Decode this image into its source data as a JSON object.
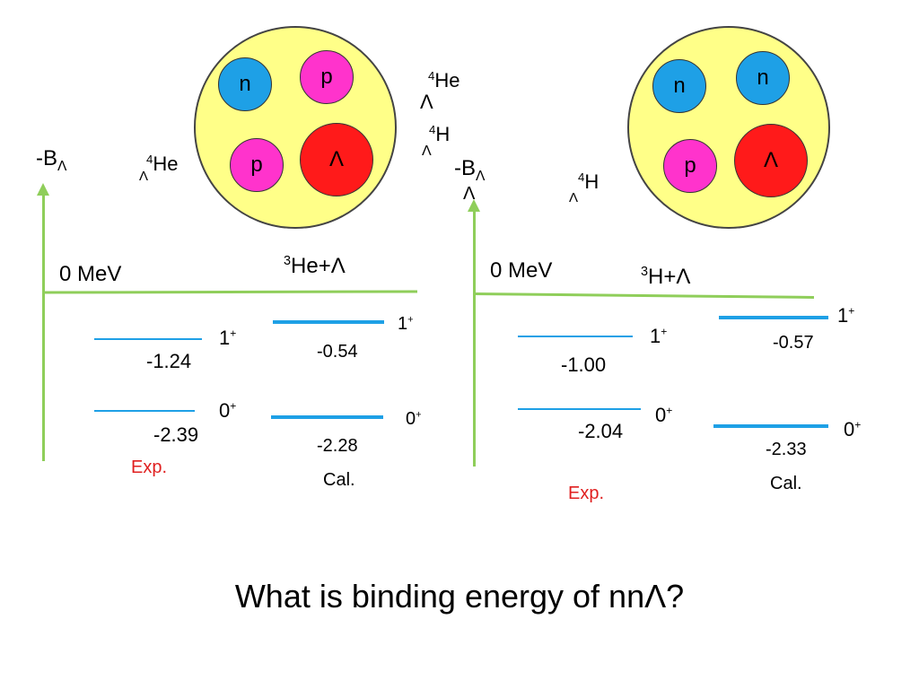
{
  "question": "What is binding energy of  nnΛ?",
  "left_panel": {
    "axis_label_main": "-B",
    "axis_label_sub": "Λ",
    "hyp_super": "4",
    "hyp_symbol": "He",
    "hyp_sub": "Λ",
    "zero_label": "0 MeV",
    "threshold_super": "3",
    "threshold_text": "He+Λ",
    "exp": {
      "label": "Exp.",
      "level_1": {
        "value": "-1.24",
        "spin": "1",
        "parity": "+"
      },
      "level_0": {
        "value": "-2.39",
        "spin": "0",
        "parity": "+"
      }
    },
    "cal": {
      "label": "Cal.",
      "level_1": {
        "value": "-0.54",
        "spin": "1",
        "parity": "+"
      },
      "level_0": {
        "value": "-2.28",
        "spin": "0",
        "parity": "+"
      }
    },
    "nucleus": {
      "ball1": "n",
      "ball2": "p",
      "ball3": "p",
      "ball4": "Λ"
    }
  },
  "middle_labels": {
    "he_super": "4",
    "he_symbol": "He",
    "he_sub": "Λ",
    "h_super": "4",
    "h_symbol": "H",
    "h_sub": "Λ"
  },
  "right_panel": {
    "axis_label_main": "-B",
    "axis_label_sub": "Λ",
    "axis_label_below": "Λ",
    "hyp_super": "4",
    "hyp_symbol": "H",
    "hyp_sub": "Λ",
    "zero_label": "0 MeV",
    "threshold_super": "3",
    "threshold_text": "H+Λ",
    "exp": {
      "label": "Exp.",
      "level_1": {
        "value": "-1.00",
        "spin": "1",
        "parity": "+"
      },
      "level_0": {
        "value": "-2.04",
        "spin": "0",
        "parity": "+"
      }
    },
    "cal": {
      "label": "Cal.",
      "level_1": {
        "value": "-0.57",
        "spin": "1",
        "parity": "+"
      },
      "level_0": {
        "value": "-2.33",
        "spin": "0",
        "parity": "+"
      }
    },
    "nucleus": {
      "ball1": "n",
      "ball2": "n",
      "ball3": "p",
      "ball4": "Λ"
    }
  },
  "colors": {
    "axis": "#8fce5a",
    "level": "#1ea0e6",
    "exp_label": "#e02020",
    "nucleus": "#ffff88",
    "neutron": "#1ea0e6",
    "proton": "#ff33cc",
    "lambda": "#ff1a1a"
  }
}
